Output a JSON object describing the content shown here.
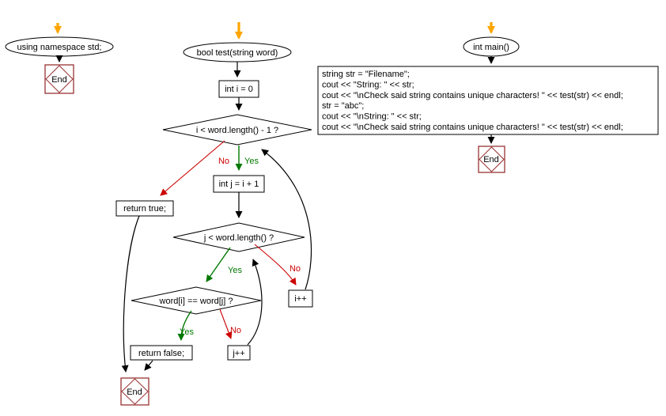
{
  "labels": {
    "yes": "Yes",
    "no": "No",
    "end": "End"
  },
  "left_flow": {
    "start": "using namespace std;"
  },
  "test_flow": {
    "start": "bool test(string word)",
    "init_i": "int i = 0",
    "cond_outer": "i < word.length() - 1 ?",
    "init_j": "int j = i + 1",
    "cond_inner": "j < word.length() ?",
    "cond_match": "word[i] == word[j] ?",
    "return_true": "return true;",
    "return_false": "return false;",
    "inc_i": "i++",
    "inc_j": "j++"
  },
  "main_flow": {
    "start": "int main()",
    "code_lines": [
      "string str = \"Filename\";",
      "cout << \"String: \" << str;",
      "cout << \"\\nCheck said string contains unique characters! \" << test(str) << endl;",
      "str = \"abc\";",
      "cout << \"\\nString: \" << str;",
      "cout << \"\\nCheck said string contains unique characters! \" << test(str) << endl;"
    ]
  },
  "colors": {
    "arrow_orange": "#FFA500",
    "yes_green": "#007700",
    "no_red": "#CC0000",
    "end_border": "#993333",
    "line_black": "#000000"
  }
}
